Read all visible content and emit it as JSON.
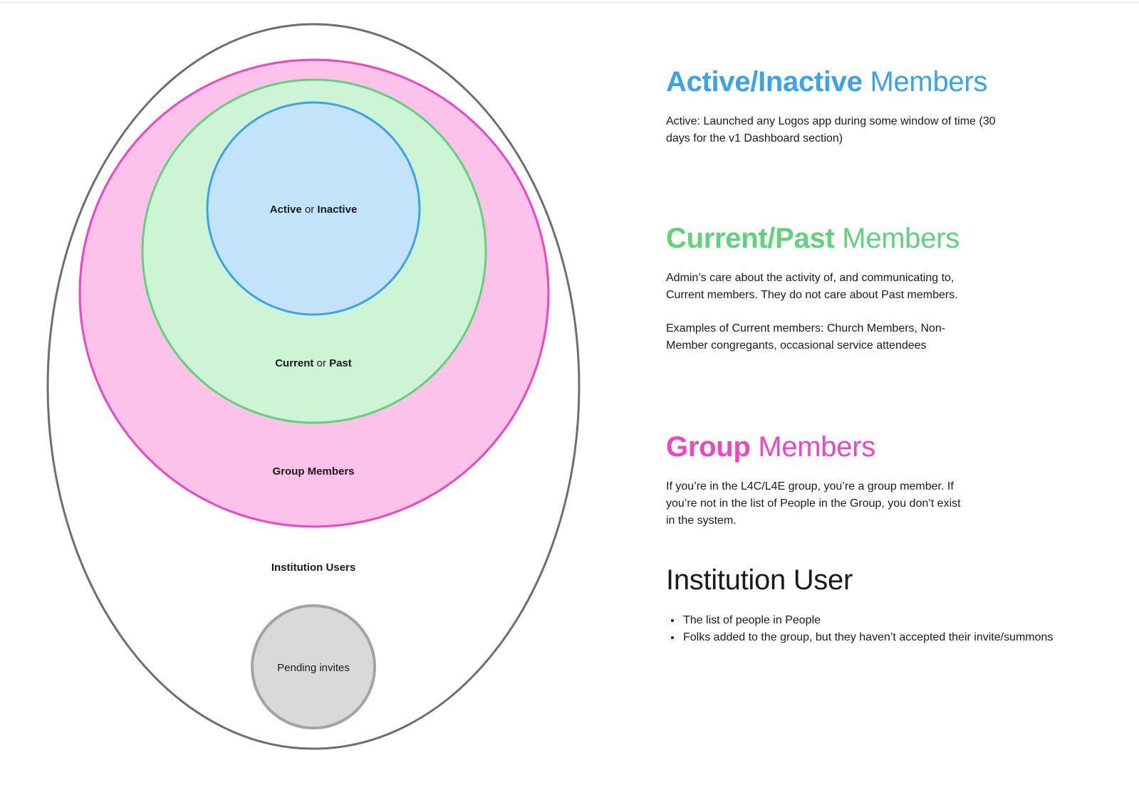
{
  "colors": {
    "blue": "#3aa3ee",
    "green": "#5fd27a",
    "pink": "#ee45c2",
    "gray": "#6e6e6e",
    "blue_fill": "#c3e3fb",
    "green_fill": "#cef4d6",
    "pink_fill": "#fcc2ea",
    "pending_fill": "#d9d9d9",
    "pending_stroke": "#a3a3a3"
  },
  "diagram": {
    "active": {
      "bold1": "Active",
      "sep": " or ",
      "bold2": "Inactive"
    },
    "current": {
      "bold1": "Current",
      "sep": " or ",
      "bold2": "Past"
    },
    "group": "Group Members",
    "institution": "Institution Users",
    "pending": "Pending invites"
  },
  "sections": {
    "active": {
      "heading_strong": "Active/Inactive",
      "heading_light": "Members",
      "body": "Active: Launched any Logos app during some window of time (30 days for the v1 Dashboard section)"
    },
    "current": {
      "heading_strong": "Current/Past",
      "heading_light": "Members",
      "body1": "Admin’s care about the activity of, and communicating to, Current members. They do not care about Past members.",
      "body2": "Examples of Current members: Church Members, Non-Member congregants, occasional service attendees"
    },
    "group": {
      "heading_strong": "Group",
      "heading_light": "Members",
      "body": "If you’re in the L4C/L4E group, you’re a group member. If you’re not in the list of People in the Group, you don’t exist in the system."
    },
    "institution": {
      "heading": "Institution User",
      "bullets": [
        "The list of people in People",
        "Folks added to the group, but they haven’t accepted their invite/summons"
      ]
    }
  }
}
